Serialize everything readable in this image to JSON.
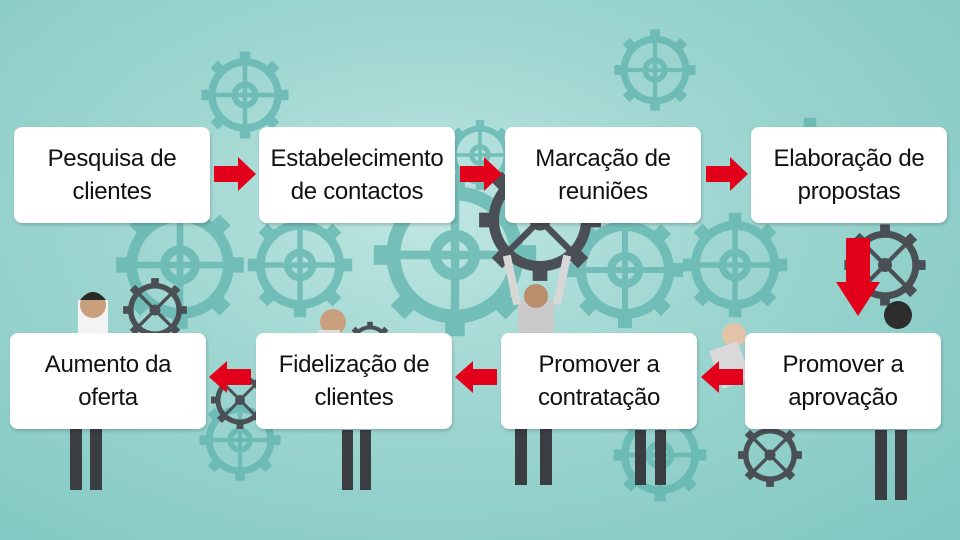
{
  "diagram": {
    "steps": [
      {
        "label": "Pesquisa de\nclientes"
      },
      {
        "label": "Estabelecimento\nde contactos"
      },
      {
        "label": "Marcação de\nreuniões"
      },
      {
        "label": "Elaboração de\npropostas"
      },
      {
        "label": "Promover a\naprovação"
      },
      {
        "label": "Promover a\ncontratação"
      },
      {
        "label": "Fidelização de\nclientes"
      },
      {
        "label": "Aumento da\noferta"
      }
    ],
    "colors": {
      "arrow": "#e3001b",
      "box": "#ffffff",
      "gear": "#5fb3ad",
      "background": "#9fd6d1"
    }
  }
}
